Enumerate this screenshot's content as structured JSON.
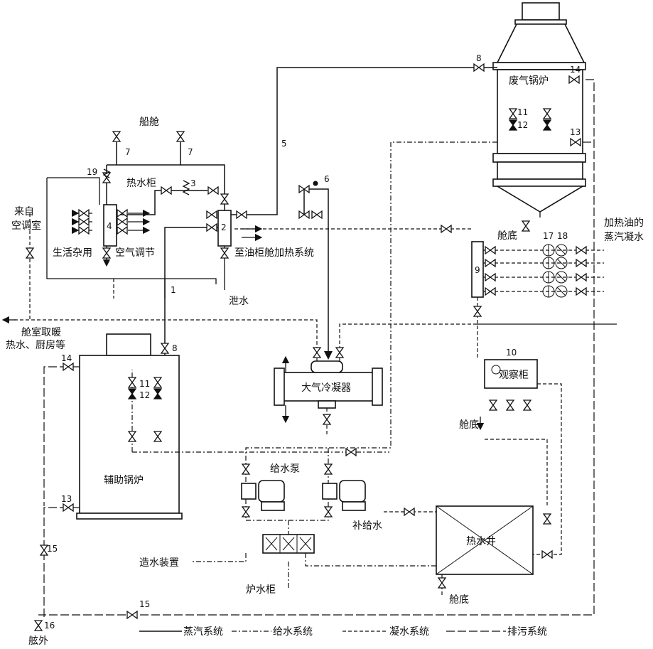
{
  "labels": {
    "ship_cabin": "船舱",
    "exhaust_boiler": "废气锅炉",
    "hot_water_tank": "热水柜",
    "from_ac_room_1": "来自",
    "from_ac_room_2": "空调室",
    "domestic_use": "生活杂用",
    "air_conditioning": "空气调节",
    "to_tank_heating": "至油柜舱加热系统",
    "drain": "泄水",
    "cabin_heating_1": "舱室取暖",
    "cabin_heating_2": "热水、厨房等",
    "bilge_1": "舱底",
    "bilge_2": "舱底",
    "bilge_3": "舱底",
    "heating_oil_1": "加热油的",
    "heating_oil_2": "蒸汽凝水",
    "observation_tank": "观察柜",
    "atm_condenser": "大气冷凝器",
    "feed_pump": "给水泵",
    "aux_boiler": "辅助锅炉",
    "makeup_water": "补给水",
    "hotwell": "热水井",
    "water_treatment": "造水装置",
    "boiler_water_tank": "炉水柜",
    "overboard": "舷外"
  },
  "numbers": {
    "n1": "1",
    "n2": "2",
    "n3": "3",
    "n4": "4",
    "n5": "5",
    "n6": "6",
    "n7a": "7",
    "n7b": "7",
    "n8a": "8",
    "n8b": "8",
    "n9": "9",
    "n10": "10",
    "n11a": "11",
    "n12a": "12",
    "n11b": "11",
    "n12b": "12",
    "n13a": "13",
    "n13b": "13",
    "n14a": "14",
    "n14b": "14",
    "n15a": "15",
    "n15b": "15",
    "n16": "16",
    "n17": "17",
    "n18": "18",
    "n19": "19"
  },
  "legend": {
    "steam": "蒸汽系统",
    "feed": "给水系统",
    "condensate": "凝水系统",
    "blowdown": "排污系统"
  }
}
